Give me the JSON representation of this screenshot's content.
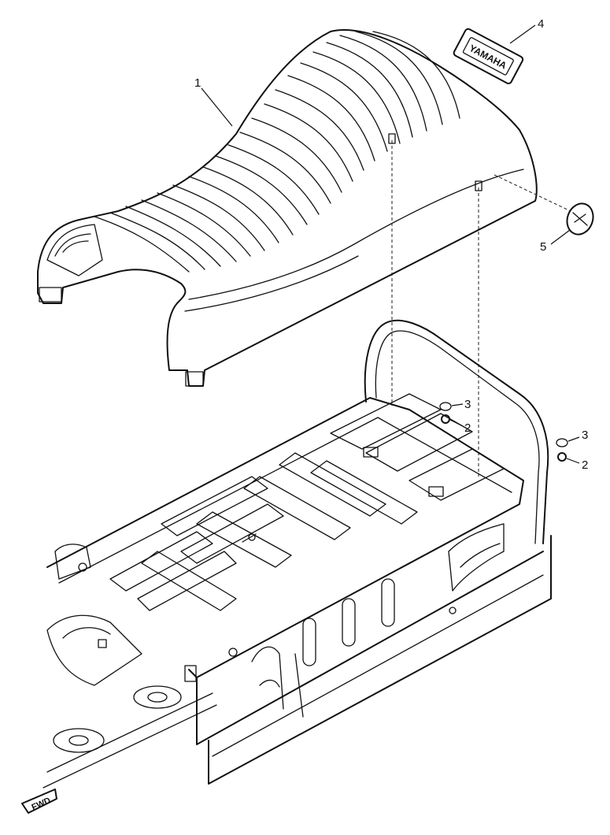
{
  "callouts": {
    "seat": "1",
    "nut_a": "2",
    "nut_b": "2",
    "washer_a": "3",
    "washer_b": "3",
    "emblem": "4",
    "badge": "5"
  },
  "labels": {
    "emblem_text": "YAMAHA",
    "forward": "FWD"
  },
  "colors": {
    "ink": "#111111",
    "paper": "#ffffff"
  }
}
